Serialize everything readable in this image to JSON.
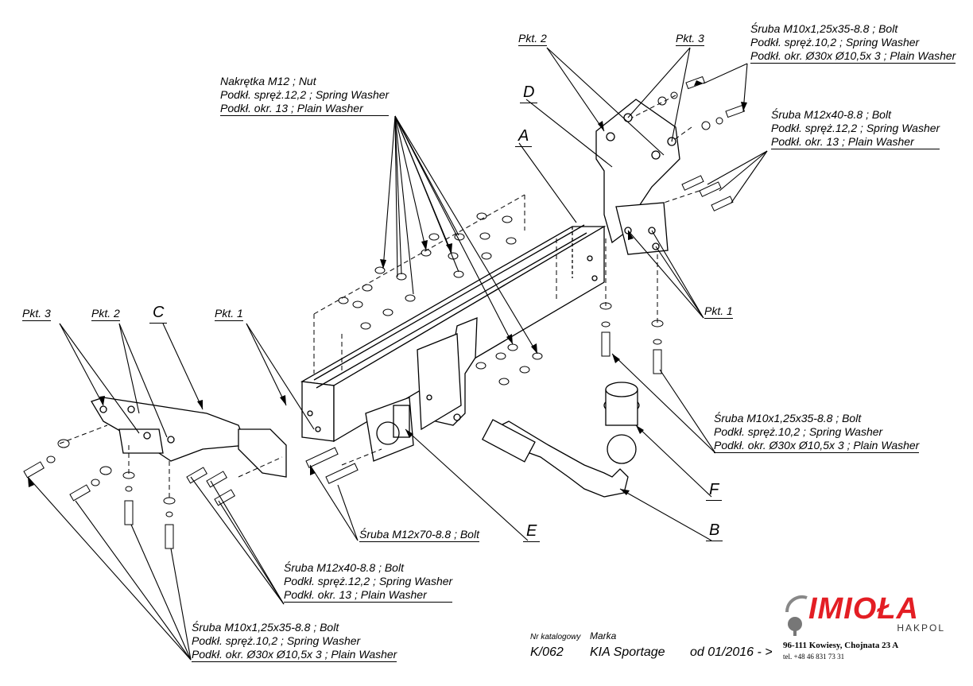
{
  "labels": {
    "nut_block": [
      "Nakrętka  M12 ; Nut",
      "Podkł. spręż.12,2 ; Spring Washer",
      "Podkł. okr. 13 ; Plain Washer"
    ],
    "bolt_m10_top": [
      "Śruba M10x1,25x35-8.8 ;  Bolt",
      "Podkł. spręż.10,2 ; Spring Washer",
      "Podkł. okr.  Ø30x Ø10,5x 3 ; Plain Washer"
    ],
    "bolt_m12_top": [
      "Śruba M12x40-8.8 ;  Bolt",
      "Podkł. spręż.12,2 ; Spring Washer",
      "Podkł. okr. 13 ; Plain Washer"
    ],
    "bolt_m10_right": [
      "Śruba M10x1,25x35-8.8 ;  Bolt",
      "Podkł. spręż.10,2 ; Spring Washer",
      "Podkł. okr.  Ø30x Ø10,5x 3 ; Plain Washer"
    ],
    "bolt_m12x70": "Śruba M12x70-8.8 ;  Bolt",
    "bolt_m12_bottom": [
      "Śruba M12x40-8.8 ;  Bolt",
      "Podkł. spręż.12,2 ; Spring Washer",
      "Podkł. okr. 13 ; Plain Washer"
    ],
    "bolt_m10_bottom": [
      "Śruba M10x1,25x35-8.8 ;  Bolt",
      "Podkł. spręż.10,2 ; Spring Washer",
      "Podkł. okr.  Ø30x Ø10,5x 3 ; Plain Washer"
    ]
  },
  "points": {
    "pkt2_top": "Pkt. 2",
    "pkt3_top": "Pkt. 3",
    "pkt1_right": "Pkt. 1",
    "pkt3_left": "Pkt. 3",
    "pkt2_left": "Pkt. 2",
    "pkt1_left": "Pkt. 1"
  },
  "letters": {
    "A": "A",
    "B": "B",
    "C": "C",
    "D": "D",
    "E": "E",
    "F": "F"
  },
  "footer": {
    "catalog_caption": "Nr katalogowy",
    "catalog_number": "K/062",
    "brand_caption": "Marka",
    "brand_value": "KIA Sportage",
    "from_date": "od  01/2016 - >",
    "address": "96-111 Kowiesy, Chojnata 23 A",
    "phone": "tel. +48 46 831 73 31"
  },
  "logo": {
    "name": "IMIOŁA",
    "sub": "HAKPOL",
    "color": "#e31e24"
  }
}
